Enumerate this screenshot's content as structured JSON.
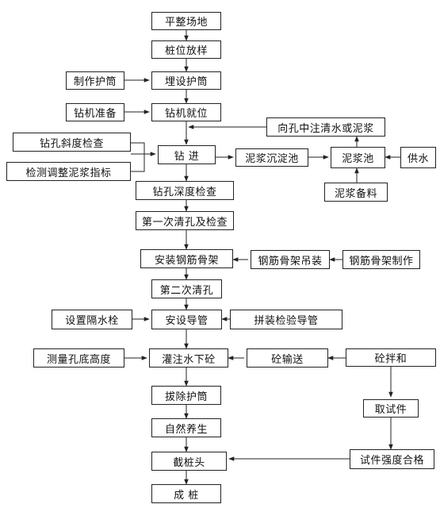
{
  "flow": {
    "site_leveling": "平整场地",
    "pile_layout": "桩位放样",
    "make_casing": "制作护筒",
    "bury_casing": "埋设护筒",
    "rig_prep": "钻机准备",
    "rig_position": "钻机就位",
    "fill_water_mud": "向孔中注清水或泥浆",
    "inclination_check": "钻孔斜度检查",
    "mud_adjust": "检测调整泥浆指标",
    "drilling": "钻 进",
    "settling_pond": "泥浆沉淀池",
    "mud_pond": "泥浆池",
    "water_supply": "供水",
    "mud_material": "泥浆备料",
    "depth_check": "钻孔深度检查",
    "first_cleaning": "第一次清孔及检查",
    "install_cage": "安装钢筋骨架",
    "cage_hoist": "钢筋骨架吊装",
    "cage_make": "钢筋骨架制作",
    "second_cleaning": "第二次清孔",
    "water_plug": "设置隔水栓",
    "install_tremie": "安设导管",
    "tremie_check": "拼装检验导管",
    "measure_depth": "测量孔底高度",
    "pour_concrete": "灌注水下砼",
    "concrete_transport": "砼输送",
    "concrete_mix": "砼拌和",
    "sampling": "取试件",
    "remove_casing": "拔除护筒",
    "curing": "自然养生",
    "specimen_ok": "试件强度合格",
    "cut_pile_head": "截桩头",
    "pile_done": "成 桩"
  }
}
